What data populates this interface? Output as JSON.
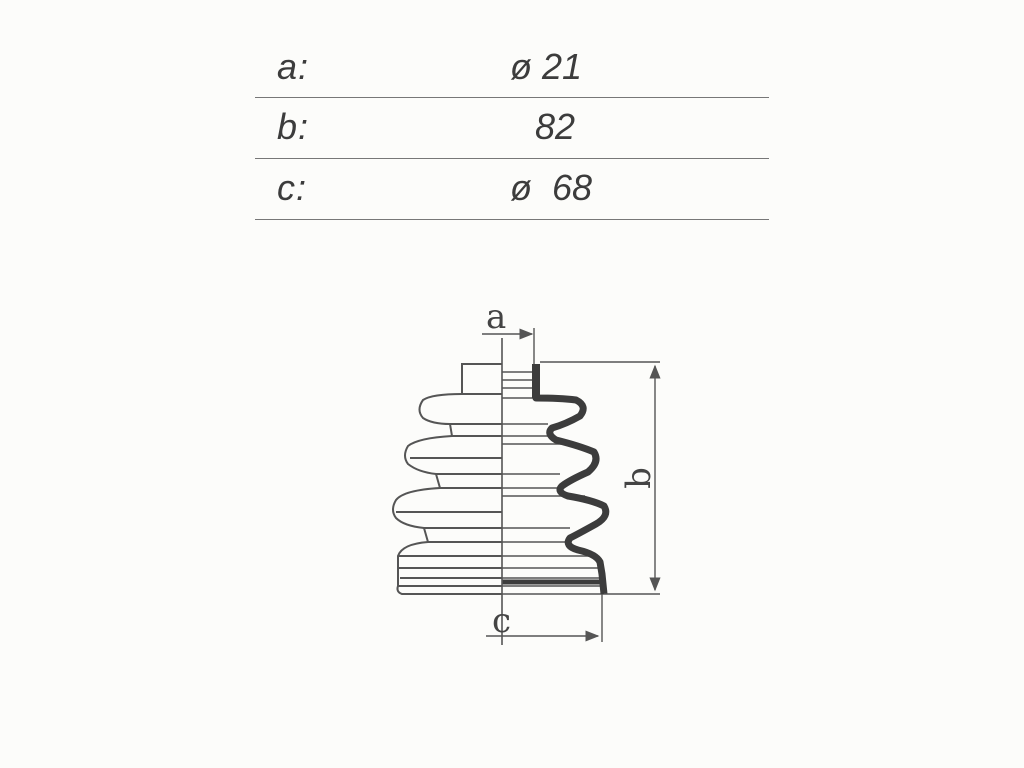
{
  "dimensions": [
    {
      "label": "a:",
      "value": "ø 21"
    },
    {
      "label": "b:",
      "value": "82"
    },
    {
      "label": "c:",
      "value": "ø  68"
    }
  ],
  "drawing_labels": {
    "a": "a",
    "b": "b",
    "c": "c"
  }
}
